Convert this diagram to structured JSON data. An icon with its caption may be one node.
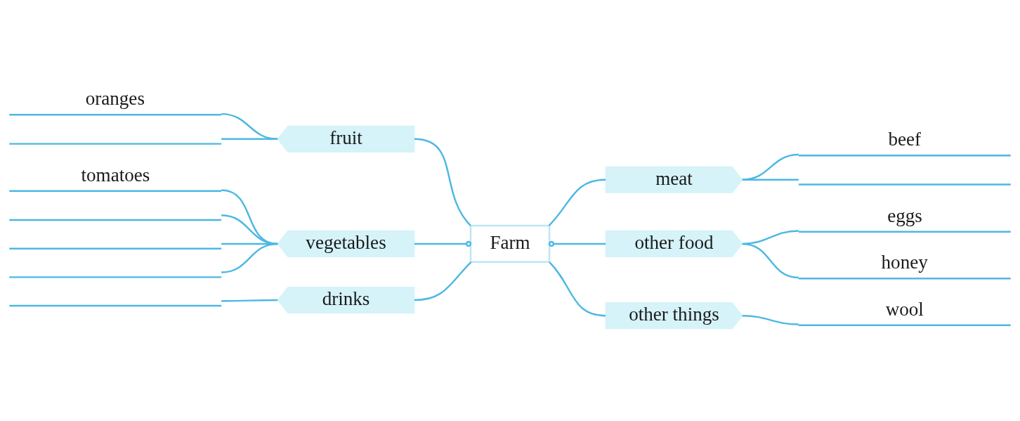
{
  "diagram": {
    "nodes": [
      {
        "text": [
          "Farm"
        ]
      },
      {
        "text": [
          "fruit"
        ]
      },
      {
        "text": [
          "oranges"
        ]
      },
      {
        "text": [],
        "shape": "line"
      },
      {
        "text": [
          "vegetables"
        ]
      },
      {
        "text": [
          "tomatoes"
        ]
      },
      {
        "text": [],
        "shape": "line"
      },
      {
        "text": [],
        "shape": "line"
      },
      {
        "text": [],
        "shape": "line"
      },
      {
        "text": [
          "drinks"
        ]
      },
      {
        "text": [],
        "shape": "line"
      },
      {
        "text": [
          "meat"
        ]
      },
      {
        "text": [
          "beef"
        ]
      },
      {
        "text": [],
        "shape": "line"
      },
      {
        "text": [
          "other food"
        ]
      },
      {
        "text": [
          "eggs"
        ]
      },
      {
        "text": [
          "honey"
        ]
      },
      {
        "text": [
          "other things"
        ]
      },
      {
        "text": [
          "wool"
        ]
      }
    ],
    "edges": [
      {
        "from": 0,
        "to": 1,
        "arrow": "none"
      },
      {
        "from": 0,
        "to": 4,
        "arrow": "other"
      },
      {
        "from": 0,
        "to": 9,
        "arrow": "none"
      },
      {
        "from": 0,
        "to": 11,
        "arrow": "none"
      },
      {
        "from": 0,
        "to": 14,
        "arrow": "other"
      },
      {
        "from": 0,
        "to": 17,
        "arrow": "none"
      },
      {
        "from": 1,
        "to": 2,
        "arrow": "none"
      },
      {
        "from": 1,
        "to": 3,
        "arrow": "none"
      },
      {
        "from": 4,
        "to": 5,
        "arrow": "none"
      },
      {
        "from": 4,
        "to": 6,
        "arrow": "none"
      },
      {
        "from": 4,
        "to": 7,
        "arrow": "none"
      },
      {
        "from": 4,
        "to": 8,
        "arrow": "none"
      },
      {
        "from": 9,
        "to": 10,
        "arrow": "none"
      },
      {
        "from": 11,
        "to": 12,
        "arrow": "none"
      },
      {
        "from": 11,
        "to": 13,
        "arrow": "none"
      },
      {
        "from": 14,
        "to": 15,
        "arrow": "none"
      },
      {
        "from": 14,
        "to": 16,
        "arrow": "none"
      },
      {
        "from": 17,
        "to": 18,
        "arrow": "none"
      }
    ]
  }
}
